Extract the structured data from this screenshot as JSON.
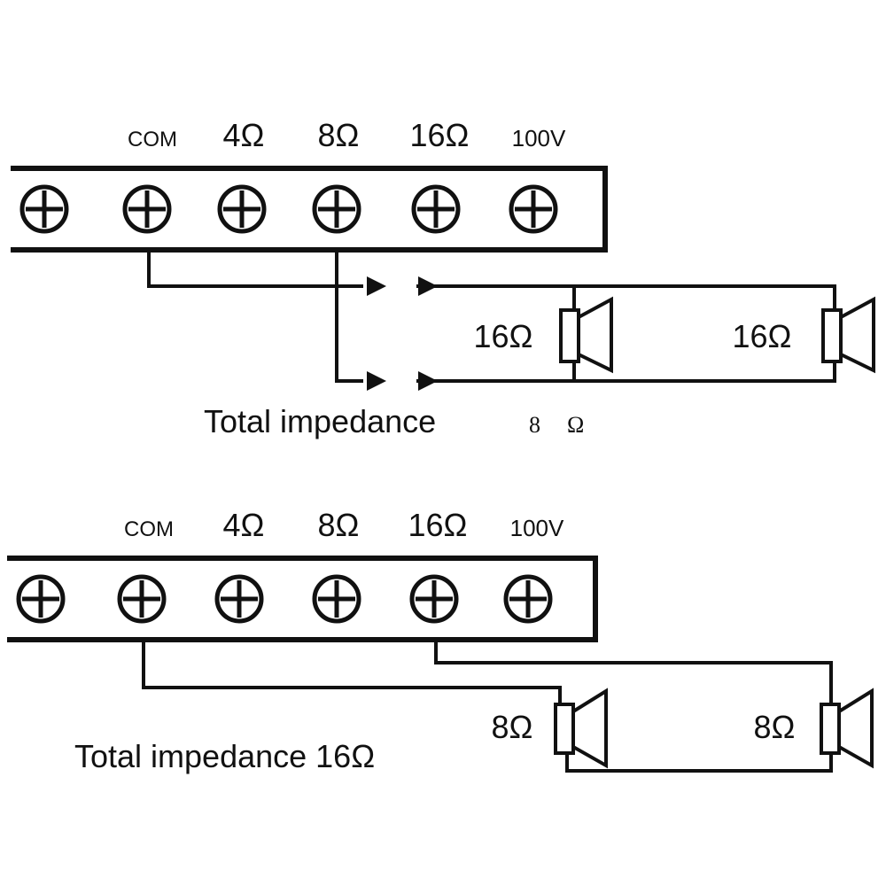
{
  "terminals": [
    "COM",
    "4Ω",
    "8Ω",
    "16Ω",
    "100V"
  ],
  "diagram_parallel": {
    "speaker_labels": [
      "16Ω",
      "16Ω"
    ],
    "total_label": "Total impedance",
    "total_value": "8",
    "total_unit": "Ω"
  },
  "diagram_series": {
    "speaker_labels": [
      "8Ω",
      "8Ω"
    ],
    "total_label": "Total impedance 16Ω"
  }
}
